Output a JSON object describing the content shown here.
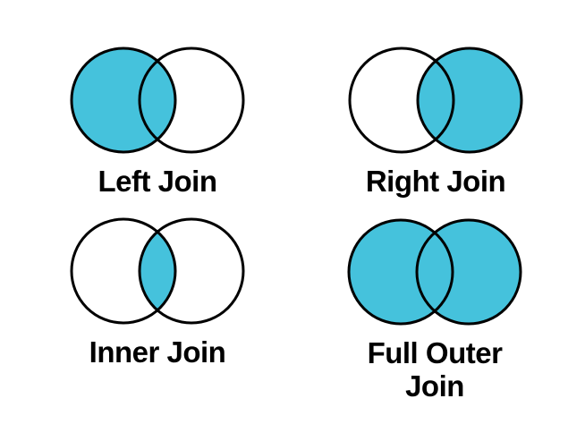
{
  "page": {
    "background_color": "#ffffff",
    "title": "SQL Join Types Venn Diagrams"
  },
  "diagram": {
    "fill_color": "#45C2DC",
    "stroke_color": "#000000",
    "stroke_width": 3,
    "circle_radius": 58,
    "circle_center_distance": 76,
    "cards": [
      {
        "id": "left-join",
        "label": "Left Join",
        "filled": "left"
      },
      {
        "id": "right-join",
        "label": "Right Join",
        "filled": "right"
      },
      {
        "id": "inner-join",
        "label": "Inner Join",
        "filled": "intersection"
      },
      {
        "id": "full-outer",
        "label": "Full Outer Join",
        "filled": "both"
      }
    ]
  }
}
